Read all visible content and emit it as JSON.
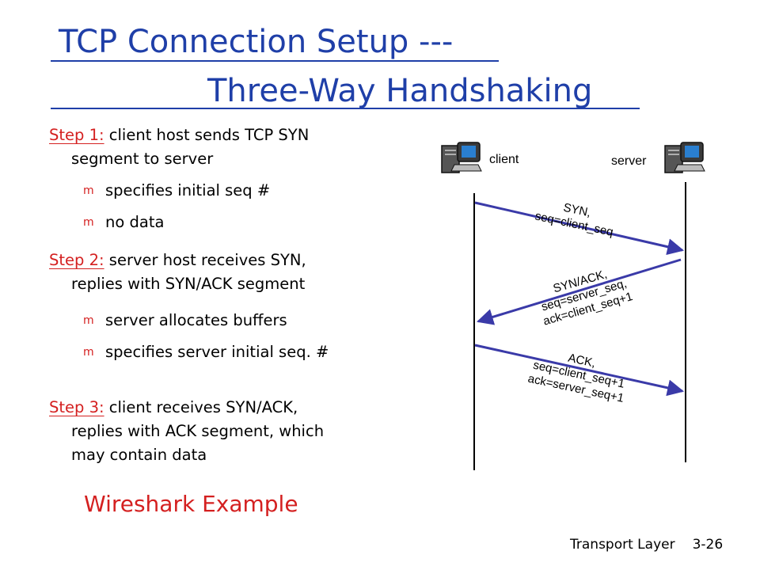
{
  "title": {
    "line1": "TCP Connection Setup ---",
    "line2": "Three-Way Handshaking"
  },
  "steps": [
    {
      "label": "Step 1:",
      "text_first": "client host sends TCP SYN",
      "text_rest": "segment to server",
      "bullets": [
        "specifies initial seq #",
        "no data"
      ]
    },
    {
      "label": "Step 2:",
      "text_first": "server host receives SYN,",
      "text_rest": "replies with SYN/ACK segment",
      "bullets": [
        "server allocates buffers",
        "specifies server initial seq. #"
      ]
    },
    {
      "label": "Step 3:",
      "text_first": "client receives SYN/ACK,",
      "text_rest": "replies with ACK segment, which",
      "text_rest2": "may contain data",
      "bullets": []
    }
  ],
  "bullet_marker": "m",
  "wireshark_label": "Wireshark Example",
  "diagram": {
    "client_label": "client",
    "server_label": "server",
    "messages": [
      {
        "lines": [
          "SYN,",
          "seq=client_seq"
        ]
      },
      {
        "lines": [
          "SYN/ACK,",
          "seq=server_seq,",
          "ack=client_seq+1"
        ]
      },
      {
        "lines": [
          "ACK,",
          "seq=client_seq+1",
          "ack=server_seq+1"
        ]
      }
    ]
  },
  "footer": {
    "section": "Transport Layer",
    "page": "3-26"
  },
  "colors": {
    "title": "#1f3fa8",
    "step_label": "#d42020",
    "arrow": "#3a3aa8"
  }
}
